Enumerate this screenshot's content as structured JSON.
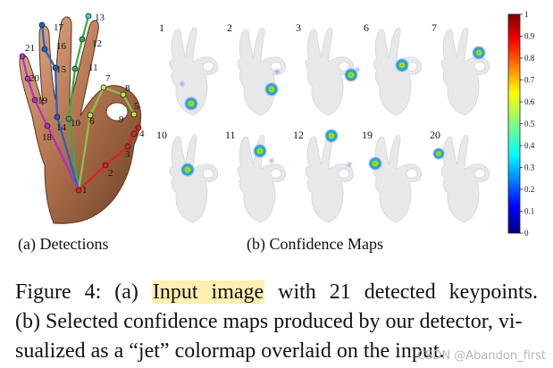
{
  "panel_a": {
    "caption": "(a) Detections",
    "keypoint_labels": [
      "1",
      "2",
      "3",
      "4",
      "5",
      "6",
      "7",
      "8",
      "9",
      "10",
      "11",
      "12",
      "13",
      "14",
      "15",
      "16",
      "17",
      "18",
      "19",
      "20",
      "21"
    ]
  },
  "panel_b": {
    "caption": "(b) Confidence Maps",
    "maps": [
      {
        "label": "1"
      },
      {
        "label": "2"
      },
      {
        "label": "3"
      },
      {
        "label": "6"
      },
      {
        "label": "7"
      },
      {
        "label": "10"
      },
      {
        "label": "11"
      },
      {
        "label": "12"
      },
      {
        "label": "19"
      },
      {
        "label": "20"
      }
    ]
  },
  "colorbar": {
    "ticks": [
      "1",
      "0.9",
      "0.8",
      "0.7",
      "0.6",
      "0.5",
      "0.4",
      "0.3",
      "0.2",
      "0.1",
      "0"
    ],
    "colormap": "jet"
  },
  "caption": {
    "prefix": "Figure 4:  (a) ",
    "highlight": "Input image",
    "line1_rest": " with 21 detected keypoints.",
    "line2": "(b) Selected confidence maps produced by our detector, vi-",
    "line3": "sualized as a “jet” colormap overlaid on the input.",
    "highlight_color": "#fdf0b0"
  },
  "watermark": "CSDN @Abandon_first",
  "colors": {
    "thumb": "#e02020",
    "index": "#8bc34a",
    "middle": "#27b34a",
    "ring": "#1f5fd0",
    "pinky": "#b030c8",
    "skin": "#a86a45"
  }
}
